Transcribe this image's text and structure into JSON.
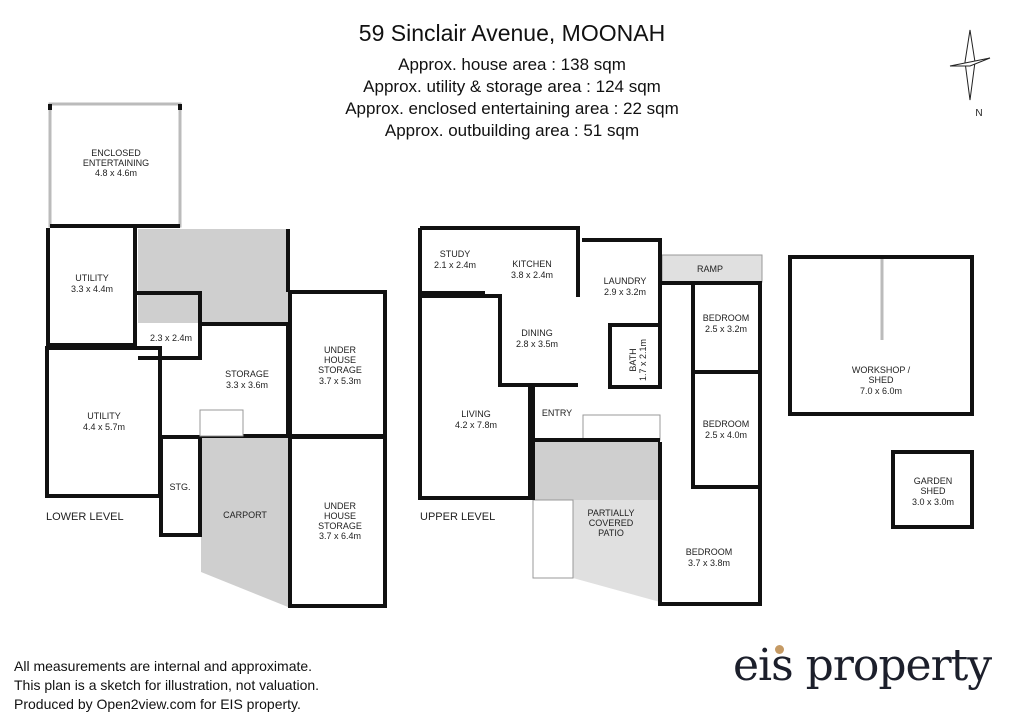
{
  "header": {
    "title": "59 Sinclair Avenue, MOONAH",
    "areas": [
      "Approx. house area : 138 sqm",
      "Approx. utility & storage area : 124 sqm",
      "Approx. enclosed entertaining area : 22 sqm",
      "Approx. outbuilding area : 51 sqm"
    ]
  },
  "compass": {
    "label": "N",
    "icon": "north-arrow-icon"
  },
  "lower_level": {
    "label": "LOWER LEVEL",
    "rooms": [
      {
        "name": "ENCLOSED",
        "name2": "ENTERTAINING",
        "size": "4.8 x 4.6m"
      },
      {
        "name": "UTILITY",
        "size": "3.3 x 4.4m"
      },
      {
        "name": "",
        "size": "2.3 x 2.4m"
      },
      {
        "name": "STORAGE",
        "size": "3.3 x 3.6m"
      },
      {
        "name": "UNDER",
        "name2": "HOUSE",
        "name3": "STORAGE",
        "size": "3.7 x 5.3m"
      },
      {
        "name": "UTILITY",
        "size": "4.4 x 5.7m"
      },
      {
        "name": "STG."
      },
      {
        "name": "CARPORT"
      },
      {
        "name": "UNDER",
        "name2": "HOUSE",
        "name3": "STORAGE",
        "size": "3.7 x 6.4m"
      }
    ]
  },
  "upper_level": {
    "label": "UPPER LEVEL",
    "rooms": [
      {
        "name": "STUDY",
        "size": "2.1 x 2.4m"
      },
      {
        "name": "KITCHEN",
        "size": "3.8 x 2.4m"
      },
      {
        "name": "LAUNDRY",
        "size": "2.9 x 3.2m"
      },
      {
        "name": "RAMP"
      },
      {
        "name": "DINING",
        "size": "2.8 x 3.5m"
      },
      {
        "name": "BATH",
        "size": "1.7 x 2.1m"
      },
      {
        "name": "BEDROOM",
        "size": "2.5 x 3.2m"
      },
      {
        "name": "LIVING",
        "size": "4.2 x 7.8m"
      },
      {
        "name": "ENTRY"
      },
      {
        "name": "BEDROOM",
        "size": "2.5 x 4.0m"
      },
      {
        "name": "PARTIALLY",
        "name2": "COVERED",
        "name3": "PATIO"
      },
      {
        "name": "BEDROOM",
        "size": "3.7 x 3.8m"
      }
    ]
  },
  "outbuildings": [
    {
      "name": "WORKSHOP /",
      "name2": "SHED",
      "size": "7.0 x 6.0m"
    },
    {
      "name": "GARDEN",
      "name2": "SHED",
      "size": "3.0 x 3.0m"
    }
  ],
  "footer": [
    "All measurements are internal and approximate.",
    "This plan is a sketch for illustration, not valuation.",
    "Produced by Open2view.com for EIS property."
  ],
  "logo": {
    "text": "eis property",
    "accent": "#c59a64"
  }
}
